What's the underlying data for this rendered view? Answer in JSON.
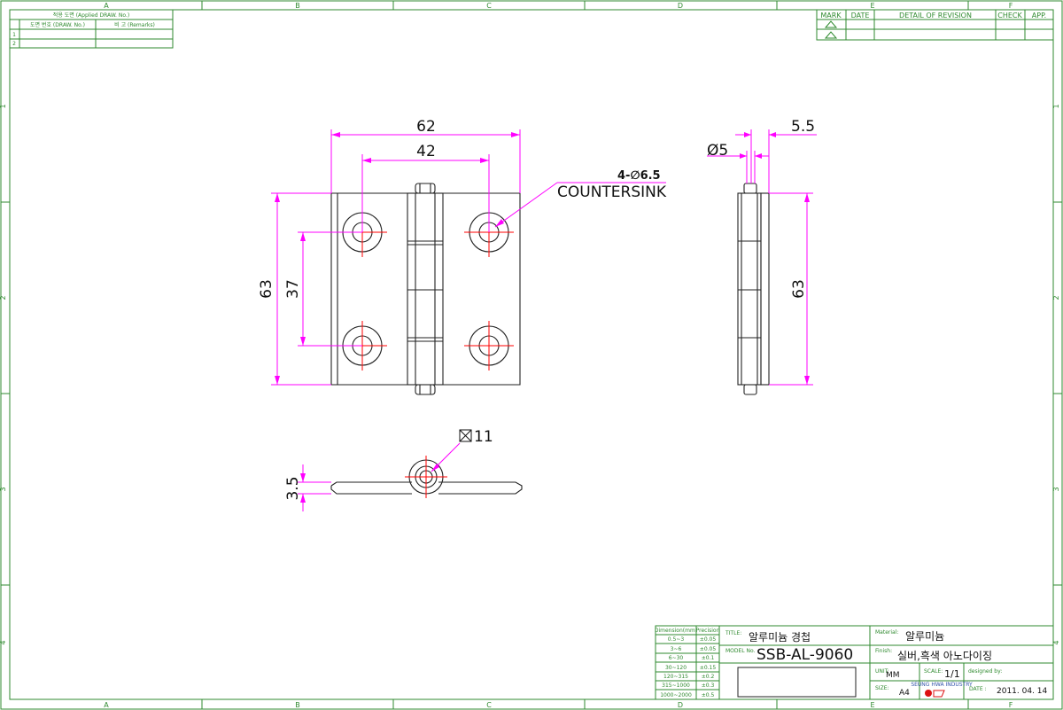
{
  "border": {
    "col_labels": [
      "A",
      "B",
      "C",
      "D",
      "E",
      "F"
    ],
    "row_labels": [
      "1",
      "2",
      "3",
      "4"
    ]
  },
  "applied_table": {
    "header": "적용 도면 (Applied DRAW. No.)",
    "col1": "도면 번호 (DRAW. No.)",
    "col2": "비 고 (Remarks)",
    "rows": [
      "1",
      "2"
    ]
  },
  "revision_table": {
    "headers": [
      "MARK",
      "DATE",
      "DETAIL OF REVISION",
      "CHECK",
      "APP."
    ]
  },
  "dimensions": {
    "overall_width": "62",
    "hole_spacing_x": "42",
    "hole_note": "4-∅6.5",
    "countersink": "COUNTERSINK",
    "height_left": "63",
    "hole_spacing_y": "37",
    "pin_dia": "Ø5",
    "pin_offset": "5.5",
    "height_right": "63",
    "knuckle_size": "11",
    "thickness": "3.5"
  },
  "tolerance_table": {
    "header_dim": "Dimension(mm)",
    "header_prec": "Precision",
    "rows": [
      [
        "0.5~3",
        "±0.05"
      ],
      [
        "3~6",
        "±0.05"
      ],
      [
        "6~30",
        "±0.1"
      ],
      [
        "30~120",
        "±0.15"
      ],
      [
        "120~315",
        "±0.2"
      ],
      [
        "315~1000",
        "±0.3"
      ],
      [
        "1000~2000",
        "±0.5"
      ]
    ]
  },
  "title_block": {
    "title_label": "TITLE:",
    "title": "알루미늄 경첩",
    "model_label": "MODEL No.",
    "model": "SSB-AL-9060",
    "material_label": "Material:",
    "material": "알루미늄",
    "finish_label": "Finish:",
    "finish": "실버,흑색 아노다이징",
    "unit_label": "UNIT:",
    "unit": "MM",
    "scale_label": "SCALE:",
    "scale": "1/1",
    "designed_label": "designed by:",
    "size_label": "SIZE:",
    "size": "A4",
    "date_label": "DATE :",
    "date": "2011. 04. 14",
    "logo_text": "SEUNG HWA INDUSTRY"
  }
}
